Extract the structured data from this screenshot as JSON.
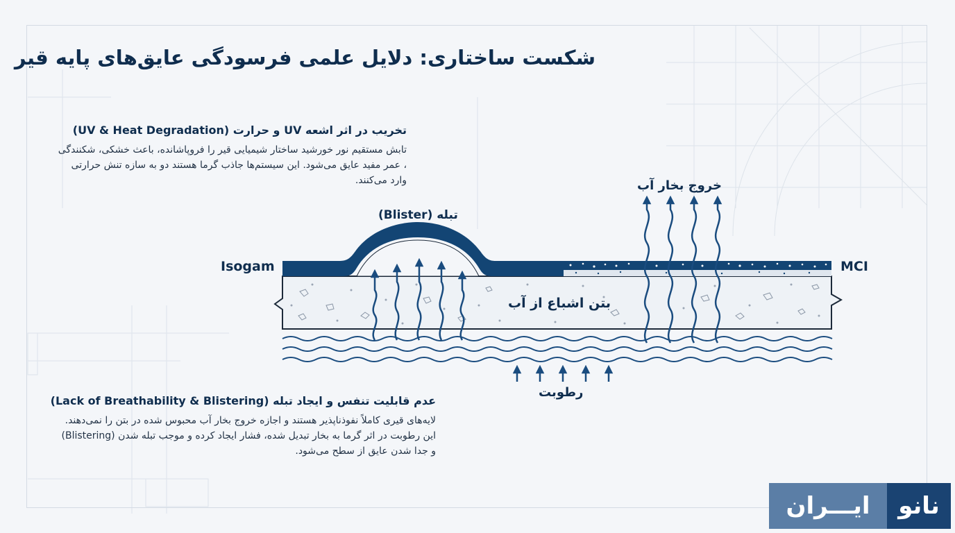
{
  "title": "شکست ساختاری: دلایل علمی فرسودگی عایق‌های پایه قیر",
  "uv_section": {
    "heading": "تخریب در اثر اشعه UV و حرارت (UV & Heat Degradation)",
    "body": "تابش مستقیم نور خورشید ساختار شیمیایی قیر را فروپاشانده، باعث خشکی، شکنندگی ، عمر مفید عایق می‌شود. این سیستم‌ها جاذب گرما هستند دو به سازه تنش حرارتی وارد می‌کنند."
  },
  "breathability_section": {
    "heading": "عدم قابلیت تنفس و ایجاد تبله (Lack of Breathability & Blistering)",
    "body": "لایه‌های قیری کاملاً نفوذناپذیر هستند و اجازه خروج بخار آب محبوس شده در بتن را نمی‌دهند. این رطوبت در اثر گرما به بخار تبدیل شده، فشار ایجاد کرده و موجب تبله شدن (Blistering) و جدا شدن عایق از سطح می‌شود."
  },
  "diagram": {
    "blister_label": "تبله (Blister)",
    "vapor_label": "خروج بخار آب",
    "isogam_label": "Isogam",
    "mci_label": "MCI",
    "concrete_label": "بتن اشباع از آب",
    "moisture_label": "رطوبت",
    "colors": {
      "membrane": "#134574",
      "arrow": "#1a4c7f",
      "concrete_fill": "#eef2f6",
      "outline": "#1d2a3a"
    }
  },
  "logo": {
    "part1": "نانو",
    "part2": "ایـــران"
  }
}
